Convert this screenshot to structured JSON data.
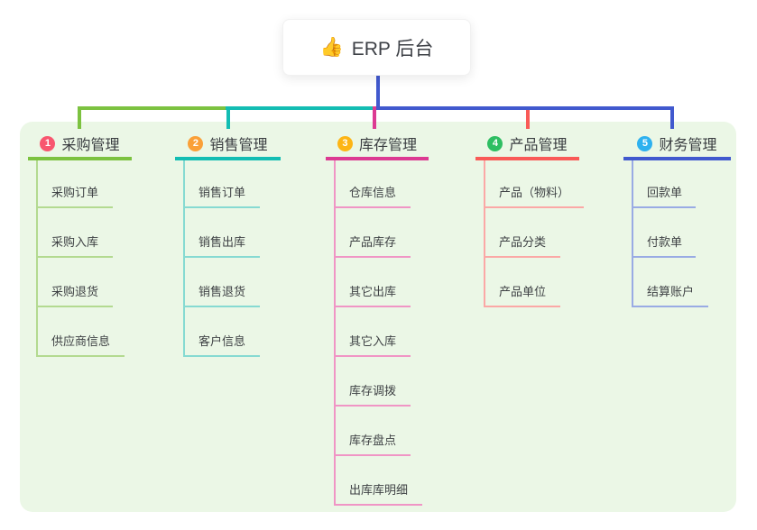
{
  "canvas": {
    "background": "#ffffff",
    "panel_color": "#ebf7e6"
  },
  "root": {
    "icon_char": "👍",
    "label": "ERP 后台"
  },
  "branches": [
    {
      "num": "1",
      "label": "采购管理",
      "color": "#7cc240",
      "light_color": "#b3da90",
      "badge_color": "#f8566f",
      "children": [
        "采购订单",
        "采购入库",
        "采购退货",
        "供应商信息"
      ]
    },
    {
      "num": "2",
      "label": "销售管理",
      "color": "#13bdb3",
      "light_color": "#86dad2",
      "badge_color": "#faa038",
      "children": [
        "销售订单",
        "销售出库",
        "销售退货",
        "客户信息"
      ]
    },
    {
      "num": "3",
      "label": "库存管理",
      "color": "#dc3a92",
      "light_color": "#f095c5",
      "badge_color": "#fdb515",
      "children": [
        "仓库信息",
        "产品库存",
        "其它出库",
        "其它入库",
        "库存调拨",
        "库存盘点",
        "出库库明细"
      ]
    },
    {
      "num": "4",
      "label": "产品管理",
      "color": "#f95a57",
      "light_color": "#fba8a6",
      "badge_color": "#2ebe62",
      "children": [
        "产品（物料）",
        "产品分类",
        "产品单位"
      ]
    },
    {
      "num": "5",
      "label": "财务管理",
      "color": "#4159ce",
      "light_color": "#99abe4",
      "badge_color": "#2eb1ef",
      "children": [
        "回款单",
        "付款单",
        "结算账户"
      ]
    }
  ]
}
